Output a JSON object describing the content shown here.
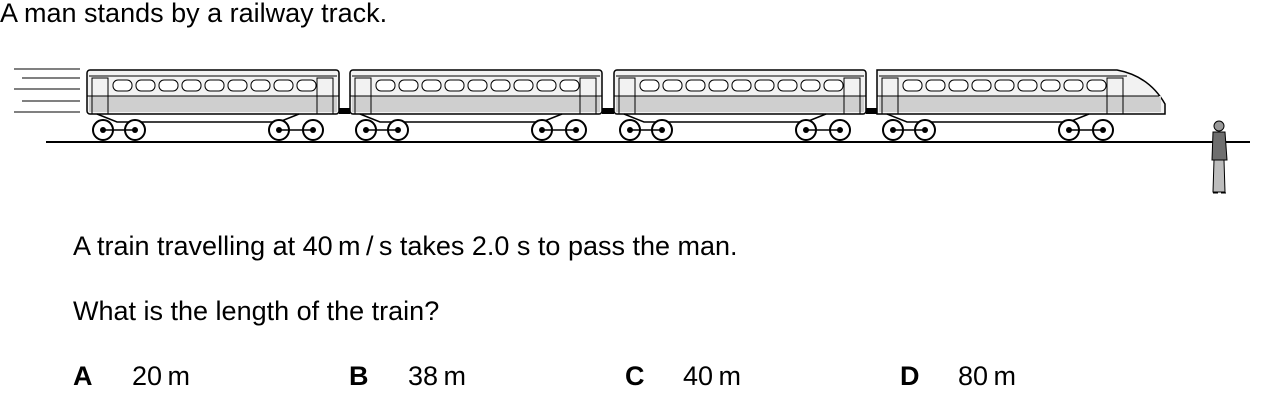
{
  "question": {
    "intro": "A man stands by a railway track.",
    "statement": "A train travelling at 40 m / s takes 2.0 s to pass the man.",
    "prompt": "What is the length of the train?"
  },
  "options": [
    {
      "letter": "A",
      "value": "20 m"
    },
    {
      "letter": "B",
      "value": "38 m"
    },
    {
      "letter": "C",
      "value": "40 m"
    },
    {
      "letter": "D",
      "value": "80 m"
    }
  ],
  "figure": {
    "carriages": 4,
    "windows_per_carriage": 9,
    "colors": {
      "body": "#f2f2f2",
      "stripe": "#cfcfcf",
      "line": "#000000",
      "man": "#6e6e6e"
    }
  }
}
